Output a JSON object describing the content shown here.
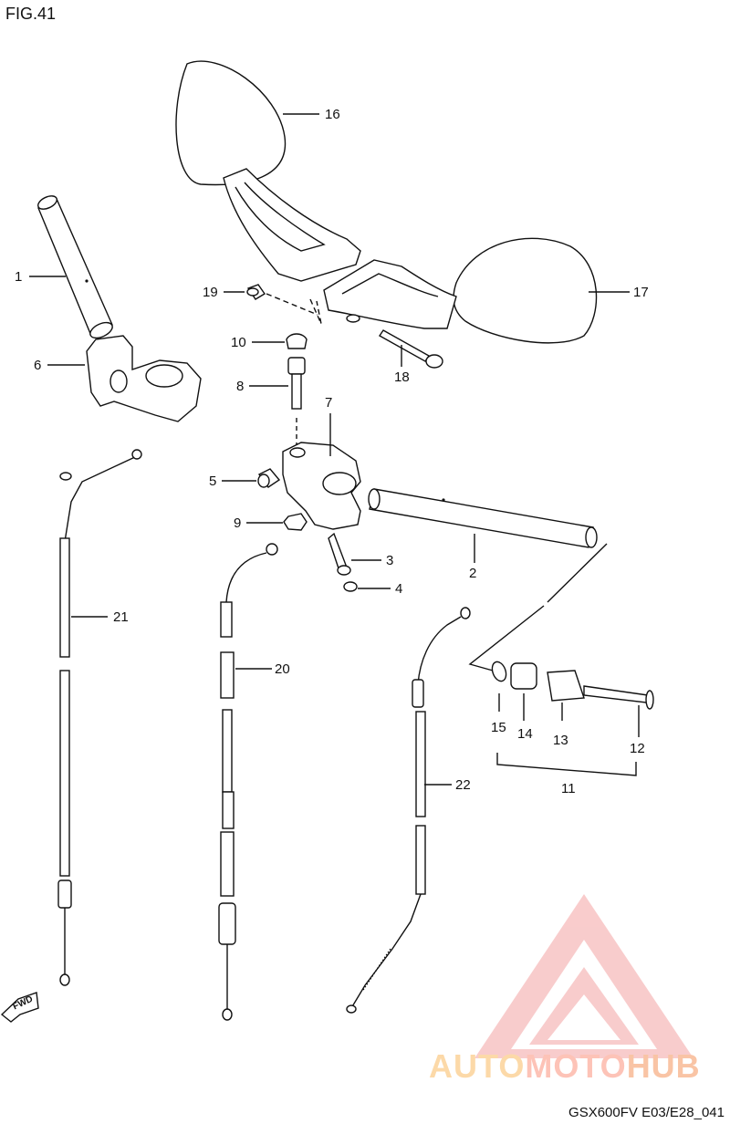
{
  "figure_label": "FIG.41",
  "diagram_code": "GSX600FV E03/E28_041",
  "watermark": {
    "part1": "AUTO",
    "part2": "MOTO",
    "part3": "HUB",
    "color": "#f4a3a3"
  },
  "fwd_label": "FWD",
  "callouts": [
    "1",
    "2",
    "3",
    "4",
    "5",
    "6",
    "7",
    "8",
    "9",
    "10",
    "11",
    "12",
    "13",
    "14",
    "15",
    "16",
    "17",
    "18",
    "19",
    "20",
    "21",
    "22"
  ]
}
